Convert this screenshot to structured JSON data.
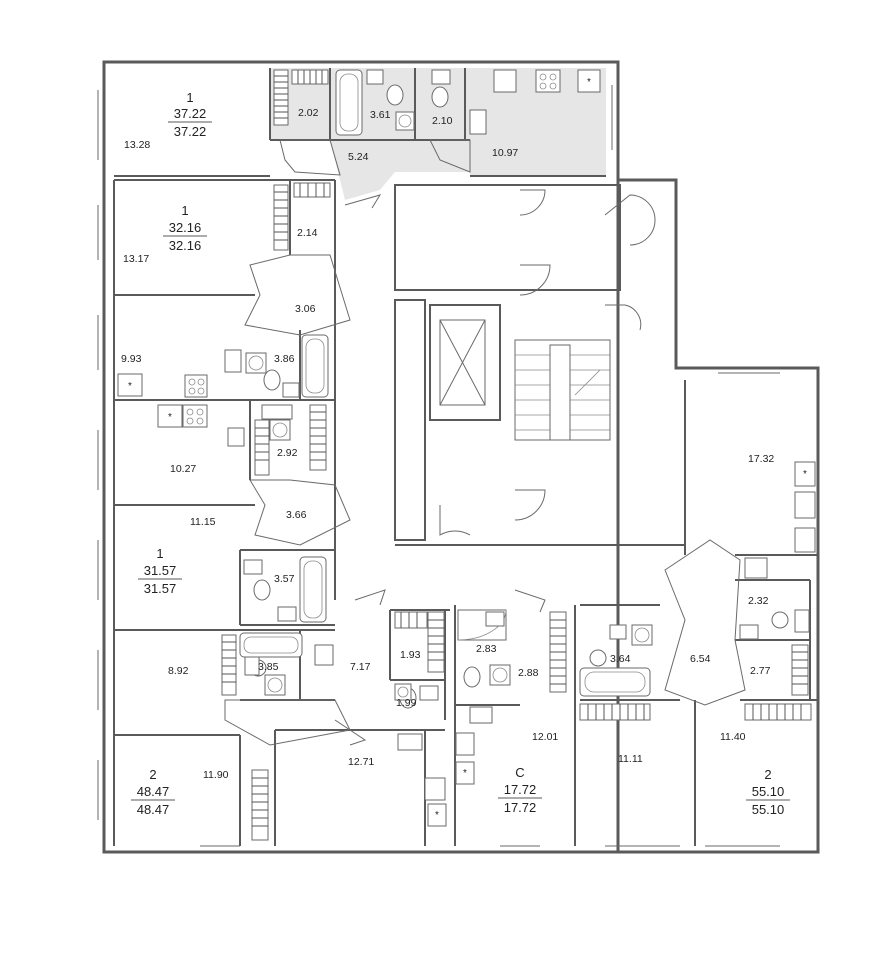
{
  "colors": {
    "highlight_fill": "#e6e6e6",
    "wall": "#5a5a5a",
    "text": "#222222"
  },
  "apartments": [
    {
      "id": "apt-1a",
      "rooms": "1",
      "total": "37.22",
      "living": "37.22",
      "highlighted": true
    },
    {
      "id": "apt-1b",
      "rooms": "1",
      "total": "32.16",
      "living": "32.16",
      "highlighted": false
    },
    {
      "id": "apt-1c",
      "rooms": "1",
      "total": "31.57",
      "living": "31.57",
      "highlighted": false
    },
    {
      "id": "apt-2a",
      "rooms": "2",
      "total": "48.47",
      "living": "48.47",
      "highlighted": false
    },
    {
      "id": "apt-s",
      "rooms": "С",
      "total": "17.72",
      "living": "17.72",
      "highlighted": false
    },
    {
      "id": "apt-2b",
      "rooms": "2",
      "total": "55.10",
      "living": "55.10",
      "highlighted": false
    }
  ],
  "room_areas": [
    "13.28",
    "2.02",
    "3.61",
    "2.10",
    "5.24",
    "10.97",
    "13.17",
    "2.14",
    "3.06",
    "9.93",
    "3.86",
    "10.27",
    "2.92",
    "3.66",
    "11.15",
    "3.57",
    "8.92",
    "3.85",
    "7.17",
    "1.93",
    "1.99",
    "12.71",
    "11.90",
    "2.83",
    "2.88",
    "12.01",
    "3.64",
    "11.11",
    "17.32",
    "2.32",
    "6.54",
    "2.77",
    "11.40"
  ],
  "icons": [
    "snowflake-icon",
    "stove-icon",
    "sink-icon",
    "toilet-icon",
    "bathtub-icon",
    "shower-icon",
    "washing-machine-icon",
    "elevator-icon"
  ]
}
